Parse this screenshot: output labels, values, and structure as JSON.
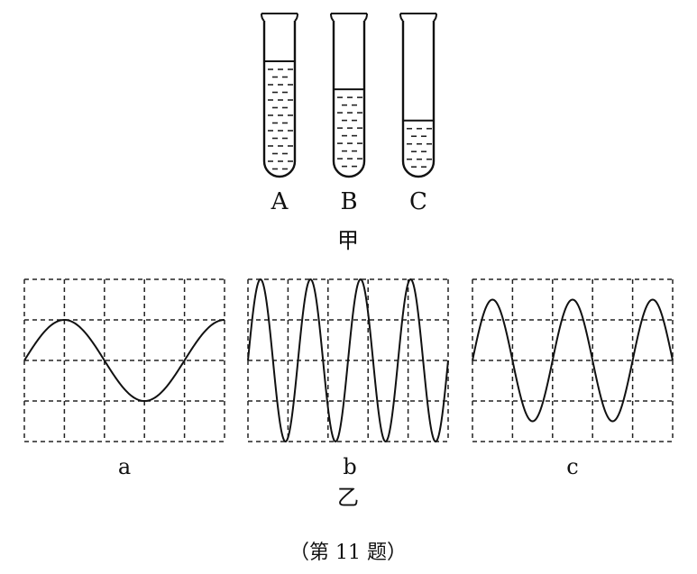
{
  "figure_caption": "（第 11 题）",
  "part_jia": {
    "label": "甲",
    "tubes": [
      {
        "label": "A",
        "fill_fraction": 0.74
      },
      {
        "label": "B",
        "fill_fraction": 0.56
      },
      {
        "label": "C",
        "fill_fraction": 0.36
      }
    ]
  },
  "part_yi": {
    "label": "乙",
    "waveforms": [
      {
        "label": "a",
        "cycles": 1.25,
        "amplitude_divisions": 1.0
      },
      {
        "label": "b",
        "cycles": 4.0,
        "amplitude_divisions": 2.0
      },
      {
        "label": "c",
        "cycles": 2.5,
        "amplitude_divisions": 1.5
      }
    ]
  }
}
